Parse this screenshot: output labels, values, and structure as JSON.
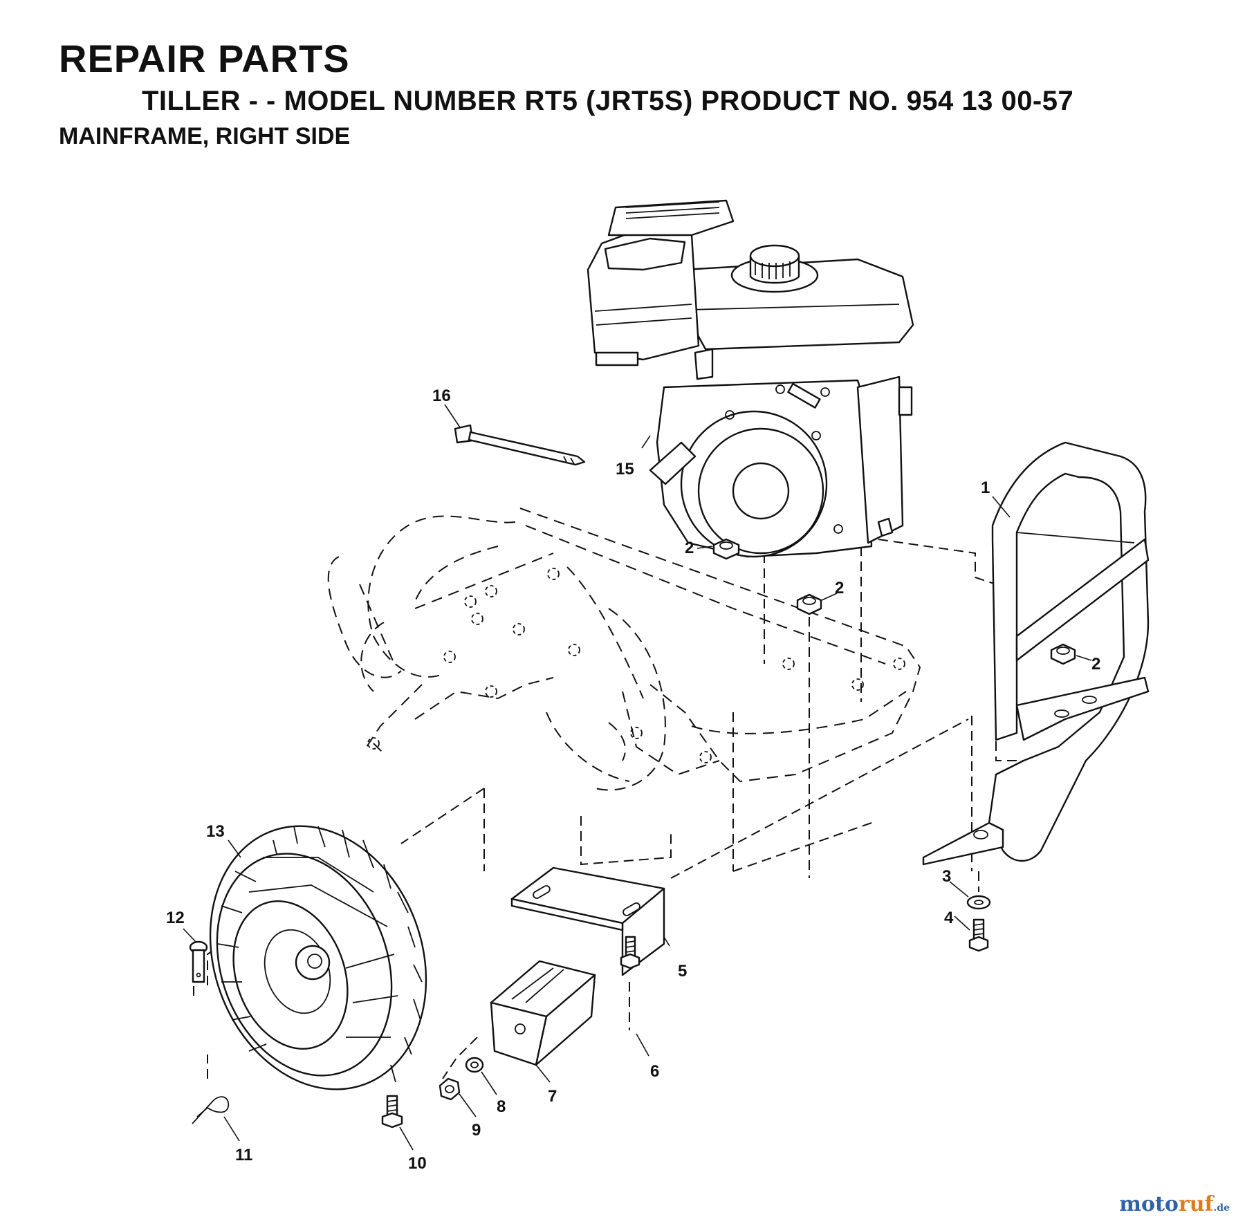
{
  "header": {
    "title": "REPAIR PARTS",
    "subtitle": "TILLER - - MODEL NUMBER RT5 (JRT5S) PRODUCT NO. 954 13 00-57",
    "section": "MAINFRAME, RIGHT SIDE"
  },
  "callouts": {
    "c1": "1",
    "c2a": "2",
    "c2b": "2",
    "c2c": "2",
    "c3": "3",
    "c4": "4",
    "c5": "5",
    "c6": "6",
    "c7": "7",
    "c8": "8",
    "c9": "9",
    "c10": "10",
    "c11": "11",
    "c12": "12",
    "c13": "13",
    "c15": "15",
    "c16": "16"
  },
  "watermark": {
    "part_a": "moto",
    "part_b": "ruf",
    "part_c": ".de"
  }
}
